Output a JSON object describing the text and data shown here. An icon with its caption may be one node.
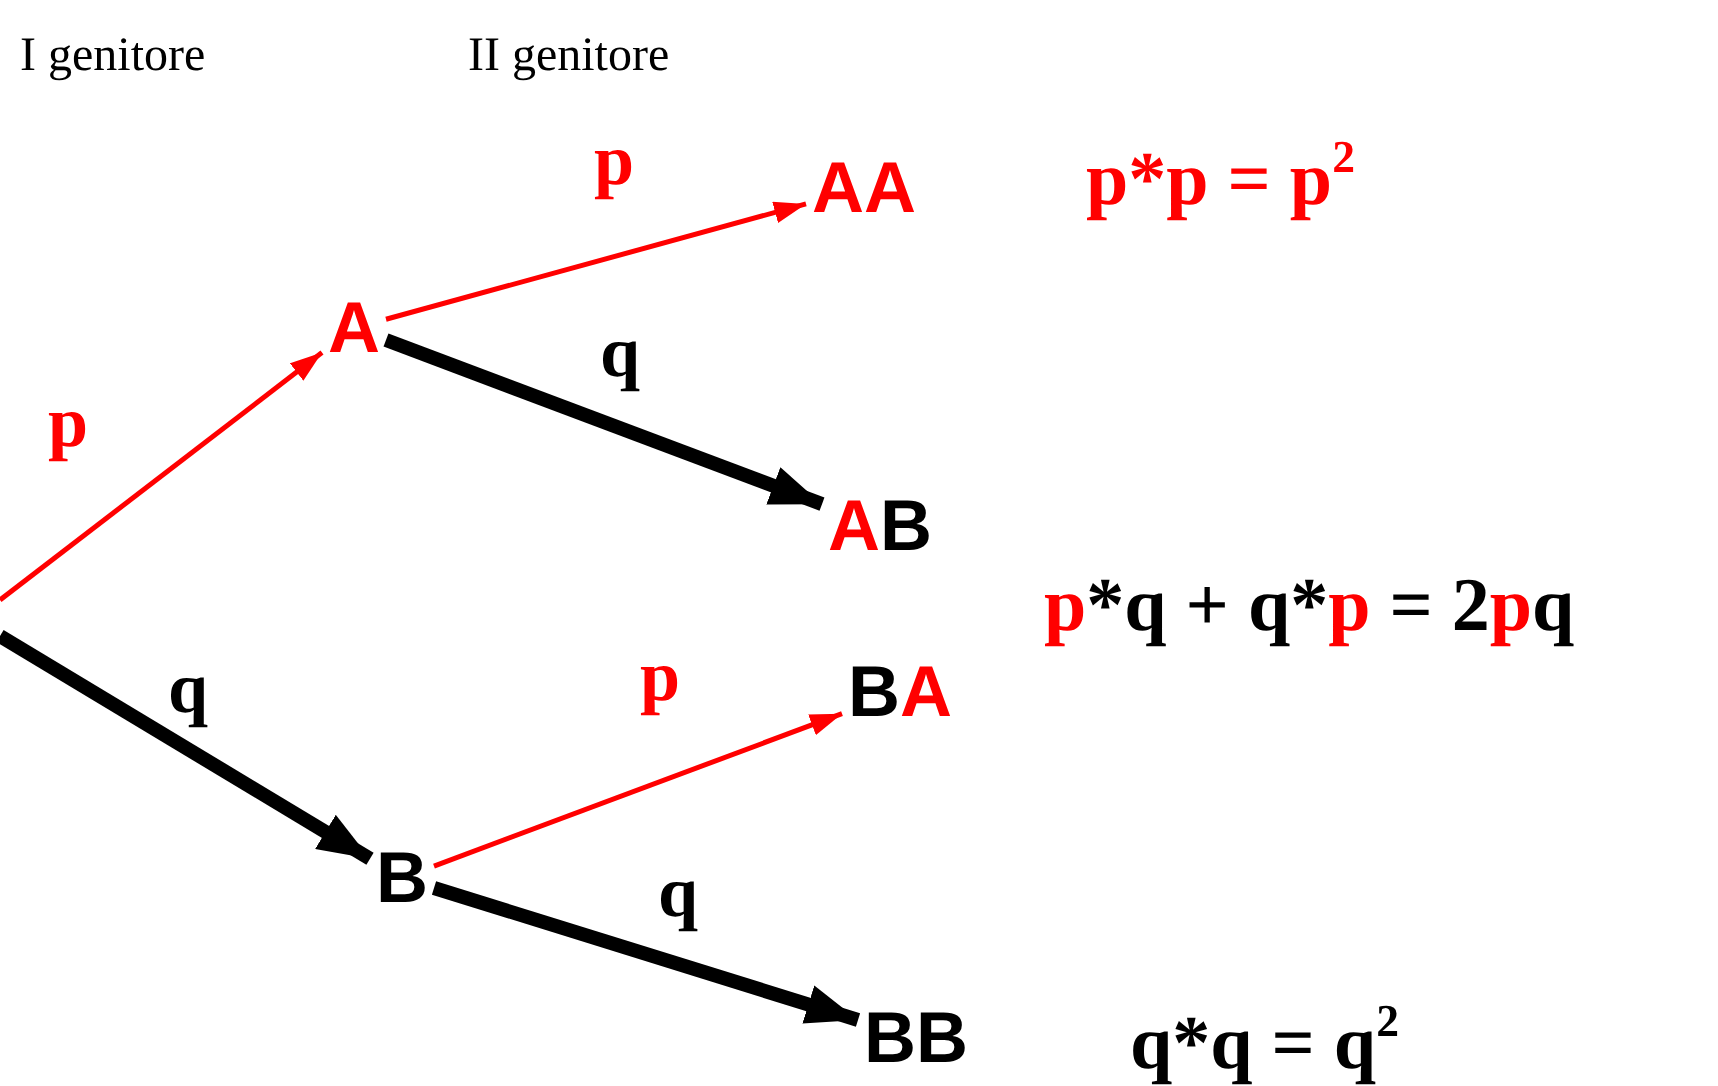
{
  "diagram": {
    "nodes": [
      {
        "text": [
          "A"
        ]
      },
      {
        "text": [
          "B"
        ]
      },
      {
        "text": [
          "AA"
        ]
      },
      {
        "text": [
          "AB"
        ]
      },
      {
        "text": [
          "BA"
        ]
      },
      {
        "text": [
          "BB"
        ]
      }
    ],
    "edges": [
      {
        "from": null,
        "to": 0,
        "arrow": "to",
        "label": "p",
        "color": "#ff0000"
      },
      {
        "from": null,
        "to": 1,
        "arrow": "to",
        "label": "q",
        "style": "thick",
        "color": "#000000"
      },
      {
        "from": 0,
        "to": 2,
        "arrow": "to",
        "label": "p",
        "color": "#ff0000"
      },
      {
        "from": 0,
        "to": 3,
        "arrow": "to",
        "label": "q",
        "style": "thick",
        "color": "#000000"
      },
      {
        "from": 1,
        "to": 4,
        "arrow": "to",
        "label": "p",
        "color": "#ff0000"
      },
      {
        "from": 1,
        "to": 5,
        "arrow": "to",
        "label": "q",
        "style": "thick",
        "color": "#000000"
      }
    ],
    "labels": [
      "I genitore",
      "II genitore",
      "p*p = p$^{2}$",
      "p*q + q*p = 2pq",
      "q*q = q$^{2}$"
    ]
  }
}
